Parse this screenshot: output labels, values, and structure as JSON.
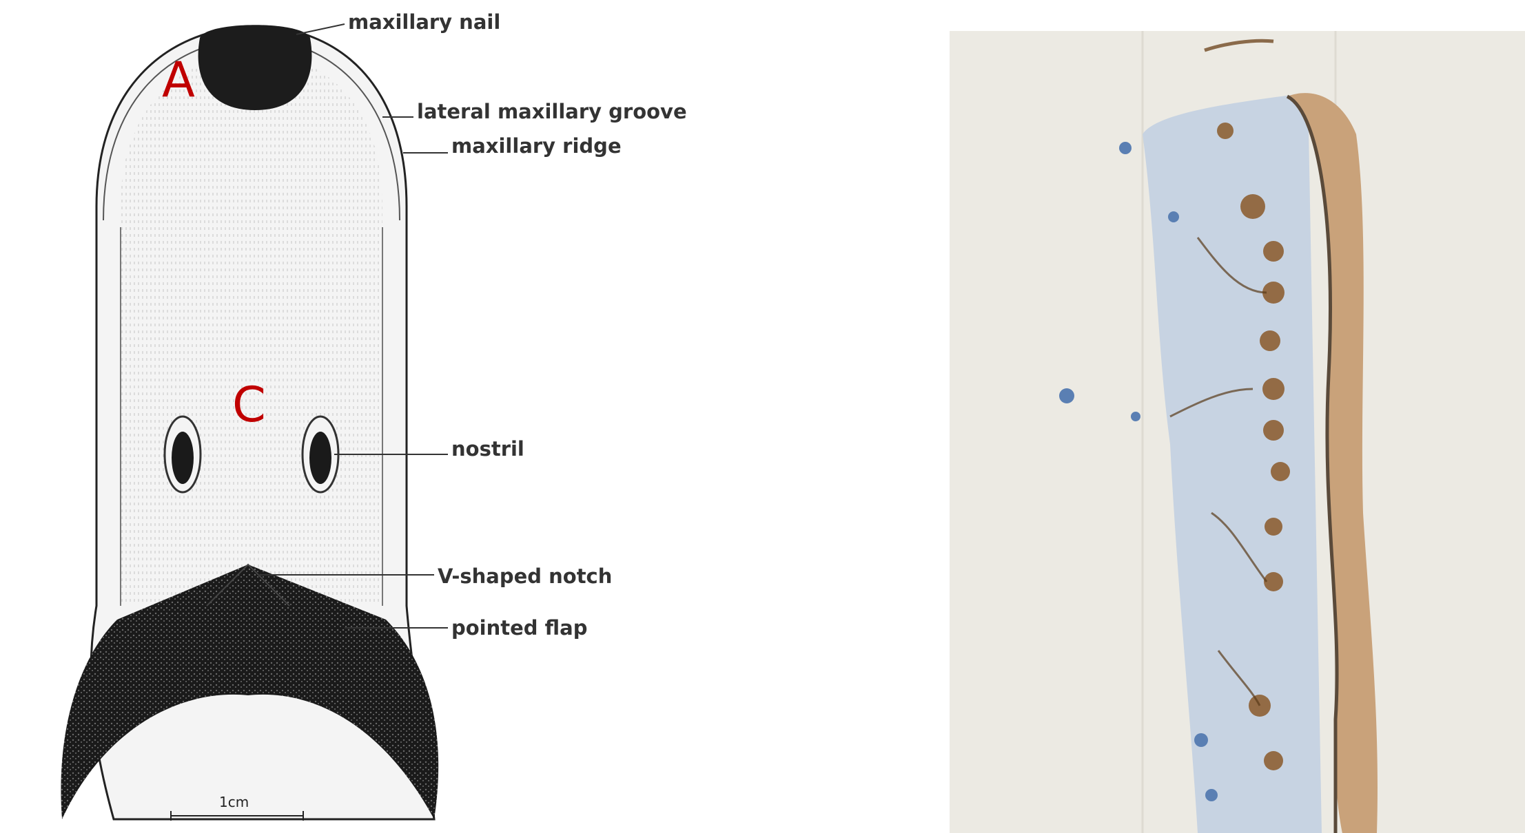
{
  "labels": {
    "maxillary_nail": "maxillary nail",
    "lateral_maxillary_groove": "lateral maxillary groove",
    "maxillary_ridge": "maxillary ridge",
    "nostril": "nostril",
    "v_shaped_notch": "V-shaped notch",
    "pointed_flap": "pointed flap"
  },
  "markers": {
    "a": "A",
    "c": "C"
  },
  "scale_bar": "1cm",
  "colors": {
    "marker_red": "#c00000",
    "stain_blue": "#5a7fb3",
    "stain_brown": "#8a5a2a",
    "slide_background": "#eceae3"
  }
}
